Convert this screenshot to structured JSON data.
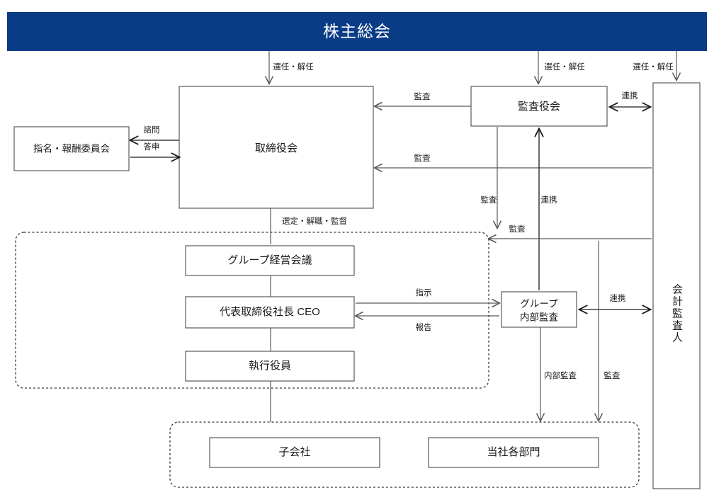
{
  "diagram": {
    "title": "株主総会",
    "header": {
      "label": "株主総会",
      "bg_color": "#0a3c86",
      "text_color": "#ffffff"
    },
    "colors": {
      "header_blue": "#0a3c86",
      "box_stroke": "#595959",
      "line": "#595959",
      "line_dark": "#1a1a1a",
      "dotted": "#333333",
      "text": "#1a1a1a",
      "background": "#ffffff"
    },
    "nodes": [
      {
        "id": "shareholders",
        "label": "株主総会"
      },
      {
        "id": "nomination-committee",
        "label": "指名・報酬委員会"
      },
      {
        "id": "board-of-directors",
        "label": "取締役会"
      },
      {
        "id": "board-of-auditors",
        "label": "監査役会"
      },
      {
        "id": "accounting-auditor",
        "label": "会計監査人"
      },
      {
        "id": "group-management-meeting",
        "label": "グループ経営会議"
      },
      {
        "id": "ceo",
        "label": "代表取締役社長 CEO"
      },
      {
        "id": "executive-officers",
        "label": "執行役員"
      },
      {
        "id": "group-internal-audit",
        "label": "グループ内部監査",
        "line1": "グループ",
        "line2": "内部監査"
      },
      {
        "id": "subsidiaries",
        "label": "子会社"
      },
      {
        "id": "departments",
        "label": "当社各部門"
      }
    ],
    "edge_labels": {
      "appoint_board": "選任・解任",
      "appoint_auditors": "選任・解任",
      "appoint_accounting": "選任・解任",
      "consult": "諮問",
      "reply": "答申",
      "audit_board": "監査",
      "audit_board_2": "監査",
      "audit_down": "監査",
      "audit_into_group": "監査",
      "cooperation_top": "連携",
      "cooperation_mid": "連携",
      "cooperation_internal": "連携",
      "select_dismiss_supervise": "選定・解職・監督",
      "instruction": "指示",
      "report": "報告",
      "internal_audit": "内部監査",
      "audit_bottom": "監査"
    }
  }
}
